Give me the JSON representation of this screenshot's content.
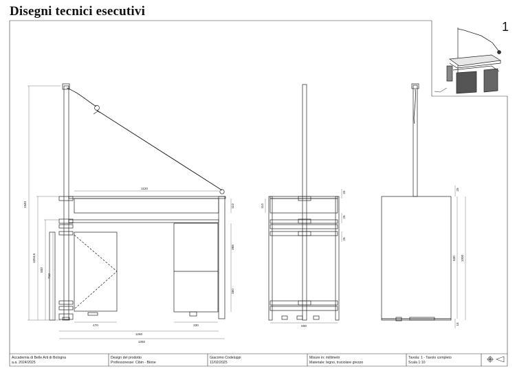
{
  "sheet": {
    "title": "Disegni tecnici esecutivi",
    "number": "1"
  },
  "dimensions": {
    "front": {
      "overall_height": "1940",
      "table_height": "1053,6",
      "left_leg_height": "800",
      "drawer_height": "710",
      "top_width": "1120",
      "apron_height": "110",
      "upper_drawer": "368",
      "lower_drawer": "350",
      "left_cabinet_width": "470",
      "right_cabinet_width": "330",
      "inner_width": "1260",
      "total_width": "1360"
    },
    "side": {
      "apron_height": "110",
      "gap_a": "25",
      "gap_b": "25",
      "gap_c": "25",
      "depth": "600"
    },
    "back": {
      "top_gap": "25",
      "panel_height": "830",
      "total_height": "1000",
      "foot_height": "15"
    }
  },
  "title_block": {
    "school": "Accademia di Belle Arti di Bologna",
    "year": "a.a. 2024/2025",
    "course": "Design del prodotto",
    "professors": "Professoresse: Cibin - Bione",
    "author": "Giacomo Codeluppi",
    "date": "11/02/2025",
    "units": "Misure in: millimetri",
    "material": "Materiale: legno, truciolare grezzo",
    "sheet_name": "Tavola: 1 - Tavolo completo",
    "scale": "Scala 1:10"
  },
  "icons": {
    "projection": "first-angle-projection-icon"
  }
}
